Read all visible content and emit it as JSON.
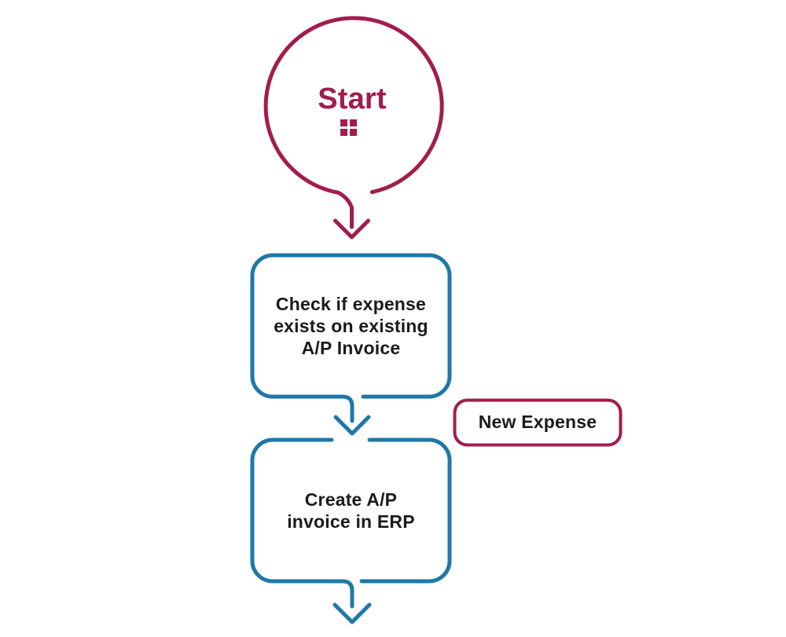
{
  "diagram": {
    "type": "flowchart",
    "background": "#ffffff",
    "colors": {
      "maroon": "#a21d4c",
      "blue": "#2077a9",
      "text": "#1b1b1b"
    },
    "nodes": {
      "start": {
        "label": "Start",
        "shape": "circle",
        "stroke": "#a21d4c",
        "icon": "grid-2x2"
      },
      "check_expense": {
        "lines": [
          "Check if expense",
          "exists on existing",
          "A/P Invoice"
        ],
        "shape": "rounded-rectangle",
        "stroke": "#2077a9"
      },
      "new_expense": {
        "label": "New Expense",
        "shape": "rounded-rectangle",
        "stroke": "#a21d4c"
      },
      "create_invoice": {
        "lines": [
          "Create A/P",
          "invoice in ERP"
        ],
        "shape": "rounded-rectangle",
        "stroke": "#2077a9"
      }
    },
    "edges": [
      {
        "from": "start",
        "to": "check_expense",
        "color": "#a21d4c"
      },
      {
        "from": "check_expense",
        "to": "create_invoice",
        "color": "#2077a9"
      },
      {
        "from": "create_invoice",
        "to": "next",
        "color": "#2077a9"
      }
    ]
  }
}
